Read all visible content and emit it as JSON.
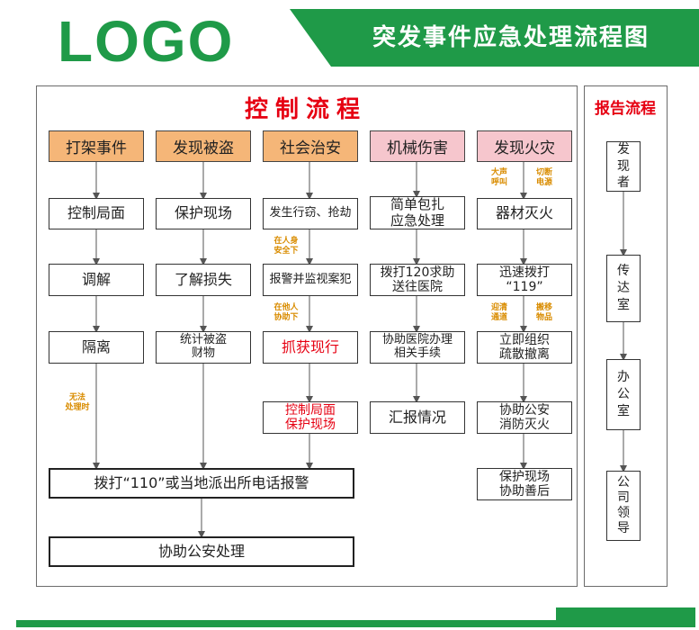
{
  "header": {
    "logo_text": "LOGO",
    "title": "突发事件应急处理流程图",
    "brand_color": "#1f9a48"
  },
  "control": {
    "title": "控制流程",
    "columns": [
      {
        "category": "打架事件",
        "steps": [
          "控制局面",
          "调解",
          "隔离"
        ],
        "note": "无法\n处理时"
      },
      {
        "category": "发现被盗",
        "steps": [
          "保护现场",
          "了解损失",
          "统计被盗\n财物"
        ]
      },
      {
        "category": "社会治安",
        "steps": [
          "发生行窃、抢劫",
          "报警并监视案犯",
          "抓获现行",
          "控制局面\n保护现场"
        ],
        "notes": [
          "在人身\n安全下",
          "在他人\n协助下"
        ]
      },
      {
        "category": "机械伤害",
        "steps": [
          "简单包扎\n应急处理",
          "拨打120求助\n送往医院",
          "协助医院办理\n相关手续",
          "汇报情况"
        ]
      },
      {
        "category": "发现火灾",
        "steps": [
          "器材灭火",
          "迅速拨打\n“119”",
          "立即组织\n疏散撤离",
          "协助公安\n消防灭火",
          "保护现场\n协助善后"
        ],
        "notes": [
          "大声\n呼叫",
          "切断\n电源",
          "迎清\n通道",
          "搬移\n物品"
        ]
      }
    ],
    "merge_steps": [
      "拨打“110”或当地派出所电话报警",
      "协助公安处理"
    ]
  },
  "report": {
    "title": "报告流程",
    "steps": [
      "发\n现\n者",
      "传\n达\n室",
      "办\n公\n室",
      "公\n司\n领\n导"
    ]
  },
  "colors": {
    "accent_red": "#e60012",
    "category_orange": "#f5b678",
    "category_pink": "#f6c6cd",
    "note_orange": "#d98c00"
  }
}
